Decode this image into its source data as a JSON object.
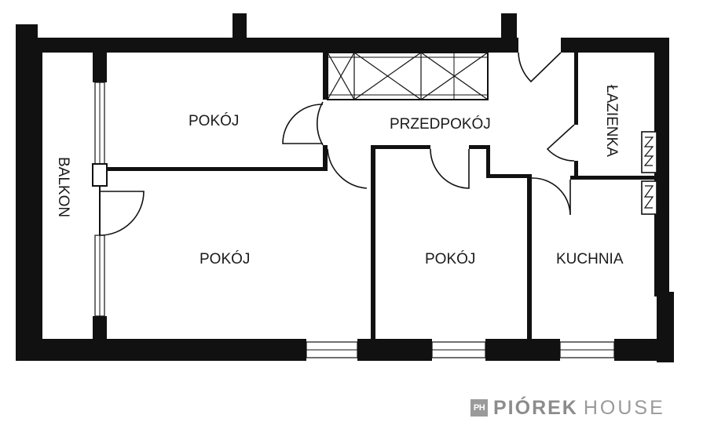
{
  "rooms": {
    "pokoj_top_left": "POKÓJ",
    "przedpokoj": "PRZEDPOKÓJ",
    "lazienka": "ŁAZIENKA",
    "balkon": "BALKON",
    "pokoj_large": "POKÓJ",
    "pokoj_middle": "POKÓJ",
    "kuchnia": "KUCHNIA"
  },
  "watermark": {
    "badge": "PH",
    "brand_bold": "PIÓREK",
    "brand_light": "HOUSE"
  }
}
